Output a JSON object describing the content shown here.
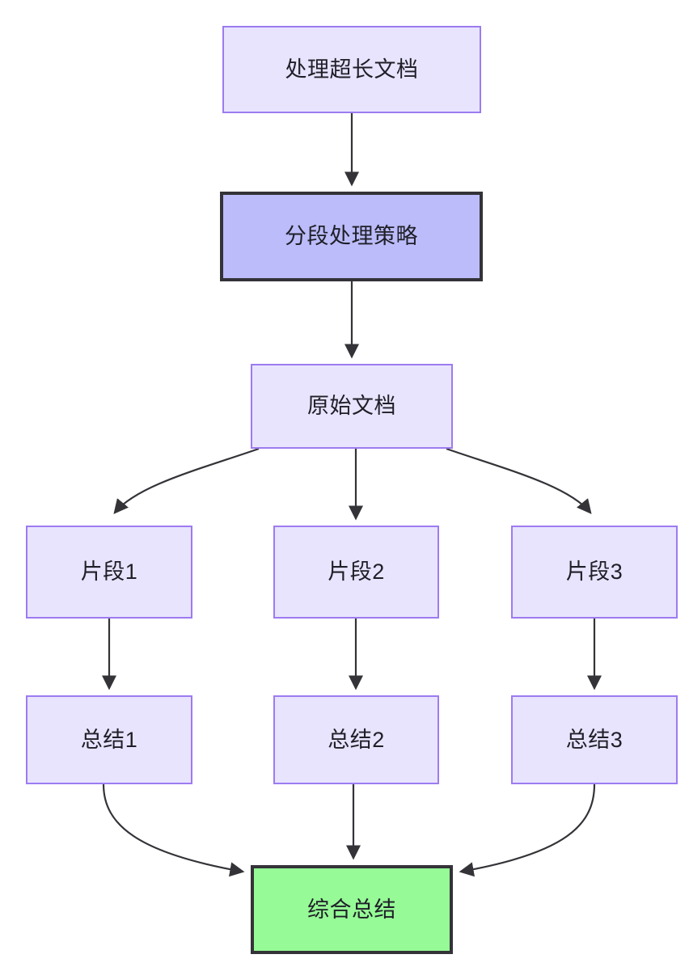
{
  "diagram": {
    "type": "flowchart",
    "direction": "top-to-bottom",
    "title": "处理超长文档",
    "background_color": "#ffffff",
    "palette": {
      "default_fill": "#e8e4fd",
      "default_stroke": "#9d7bf0",
      "emphasis_fill": "#bcbcfa",
      "emphasis_stroke": "#333338",
      "final_fill": "#96fa96",
      "final_stroke": "#333338",
      "edge_stroke": "#333338",
      "text_color": "#1f1f28"
    },
    "nodes": [
      {
        "id": "longdoc",
        "label": "处理超长文档",
        "style": "default"
      },
      {
        "id": "strategy",
        "label": "分段处理策略",
        "style": "emphasis"
      },
      {
        "id": "source",
        "label": "原始文档",
        "style": "default"
      },
      {
        "id": "chunk1",
        "label": "片段1",
        "style": "default"
      },
      {
        "id": "chunk2",
        "label": "片段2",
        "style": "default"
      },
      {
        "id": "chunk3",
        "label": "片段3",
        "style": "default"
      },
      {
        "id": "summary1",
        "label": "总结1",
        "style": "default"
      },
      {
        "id": "summary2",
        "label": "总结2",
        "style": "default"
      },
      {
        "id": "summary3",
        "label": "总结3",
        "style": "default"
      },
      {
        "id": "final",
        "label": "综合总结",
        "style": "final"
      }
    ],
    "edges": [
      {
        "from": "longdoc",
        "to": "strategy",
        "shape": "straight"
      },
      {
        "from": "strategy",
        "to": "source",
        "shape": "straight"
      },
      {
        "from": "source",
        "to": "chunk1",
        "shape": "curve"
      },
      {
        "from": "source",
        "to": "chunk2",
        "shape": "straight"
      },
      {
        "from": "source",
        "to": "chunk3",
        "shape": "curve"
      },
      {
        "from": "chunk1",
        "to": "summary1",
        "shape": "straight"
      },
      {
        "from": "chunk2",
        "to": "summary2",
        "shape": "straight"
      },
      {
        "from": "chunk3",
        "to": "summary3",
        "shape": "straight"
      },
      {
        "from": "summary1",
        "to": "final",
        "shape": "curve"
      },
      {
        "from": "summary2",
        "to": "final",
        "shape": "straight"
      },
      {
        "from": "summary3",
        "to": "final",
        "shape": "curve"
      }
    ]
  }
}
